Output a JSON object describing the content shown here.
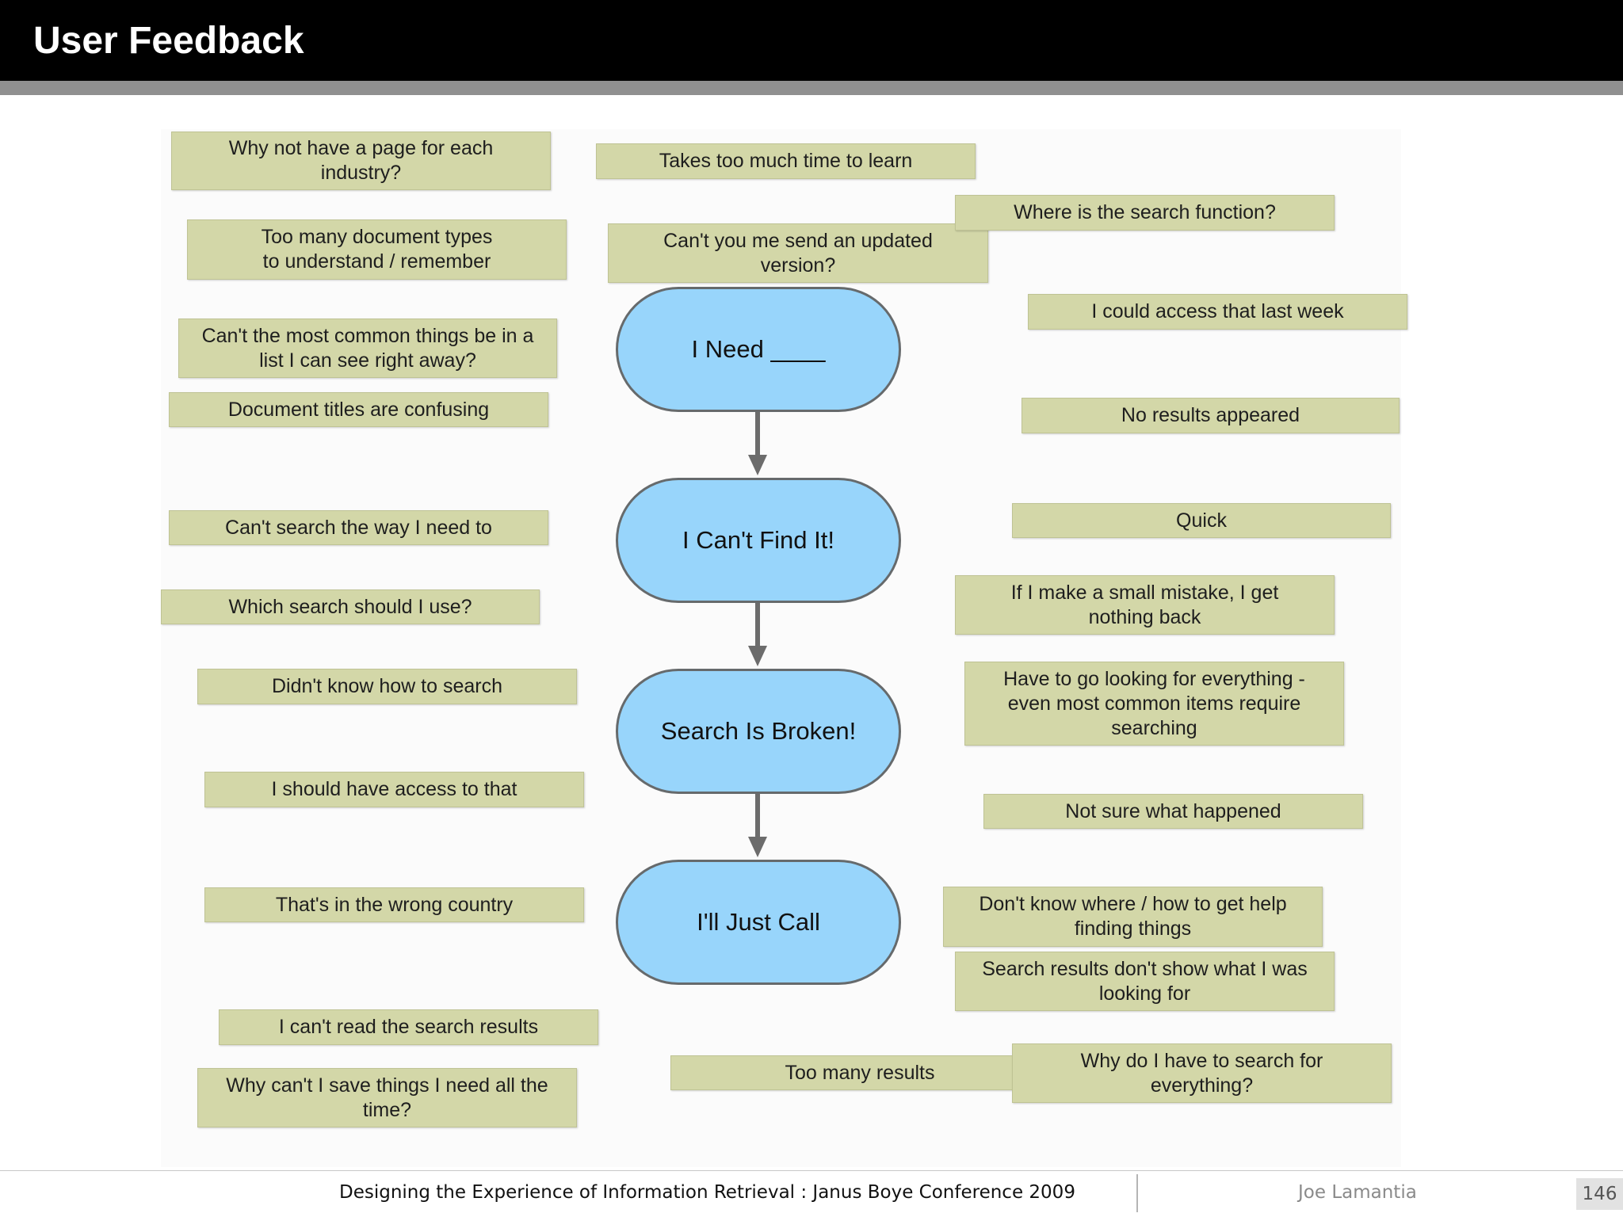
{
  "slide": {
    "title": "User Feedback"
  },
  "flow": {
    "steps": [
      "I Need  ____",
      "I Can't Find It!",
      "Search Is Broken!",
      "I'll Just Call"
    ]
  },
  "notes": {
    "left": [
      "Why not have a page for each\nindustry?",
      "Too many document types\nto understand / remember",
      "Can't the most common things be in a\nlist I can see right away?",
      "Document titles are confusing",
      "Can't search the way I need to",
      "Which search should I use?",
      "Didn't know how to search",
      "I should have access to that",
      "That's in the wrong country",
      "I can't read the search results",
      "Why can't I save things I need all the\ntime?"
    ],
    "center": [
      "Takes too much time to learn",
      "Can't you me send an updated\nversion?",
      "Too many results"
    ],
    "right": [
      "Where is the search function?",
      "I could access that last week",
      "No results appeared",
      "Quick",
      "If I make a small mistake, I get\nnothing back",
      "Have to go looking for everything -\neven most common items require\nsearching",
      "Not sure what happened",
      "Don't know where / how to get help\nfinding things",
      "Search results don't show what I was\nlooking for",
      "Why do I have to search for\neverything?"
    ]
  },
  "footer": {
    "conference": "Designing the Experience of Information Retrieval : Janus Boye Conference 2009",
    "author": "Joe Lamantia",
    "page": "146"
  }
}
